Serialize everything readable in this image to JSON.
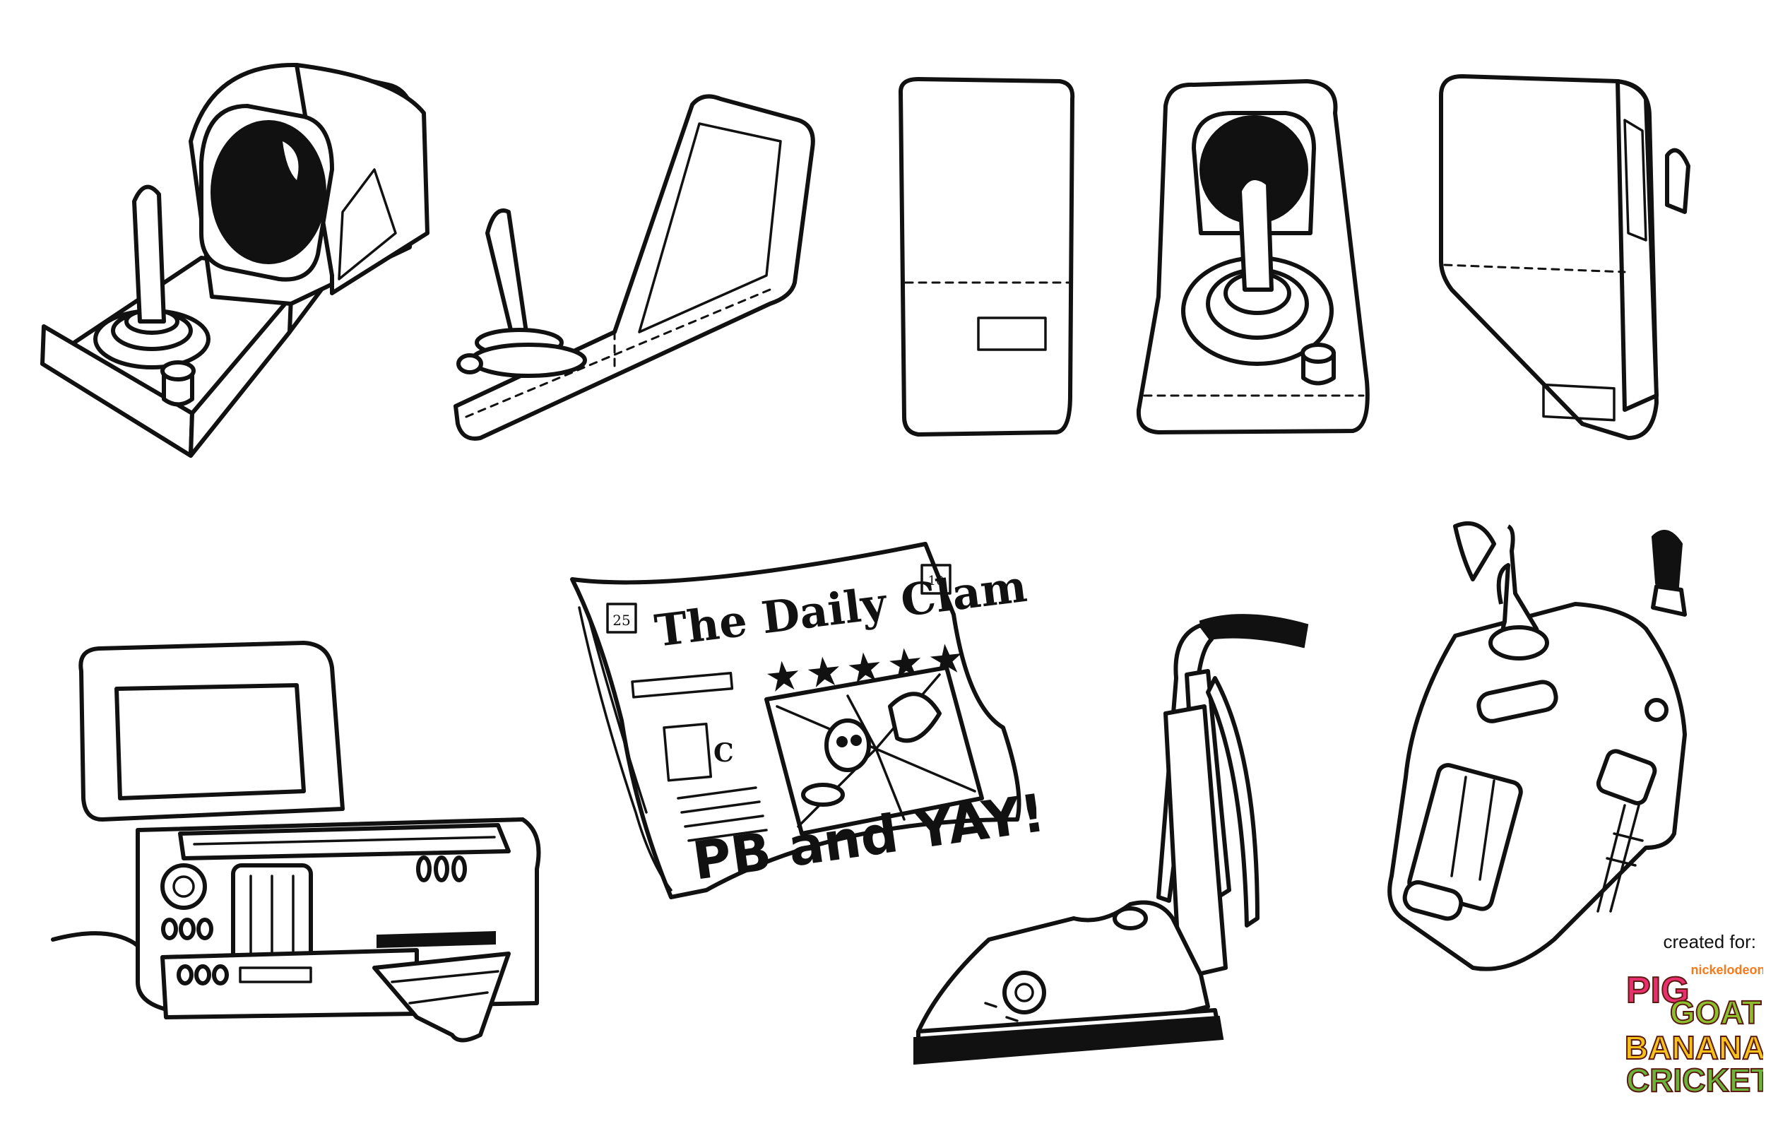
{
  "newspaper": {
    "masthead": "The Daily Clam",
    "headline": "PB and YAY!",
    "stars": "★★★★★",
    "corner_left": "25",
    "corner_right": "10",
    "column_letter": "C"
  },
  "credit": {
    "created_for": "created for:",
    "network": "nickelodeon",
    "show_title_lines": [
      "PIG",
      "GOAT",
      "BANANA",
      "CRICKET"
    ]
  }
}
